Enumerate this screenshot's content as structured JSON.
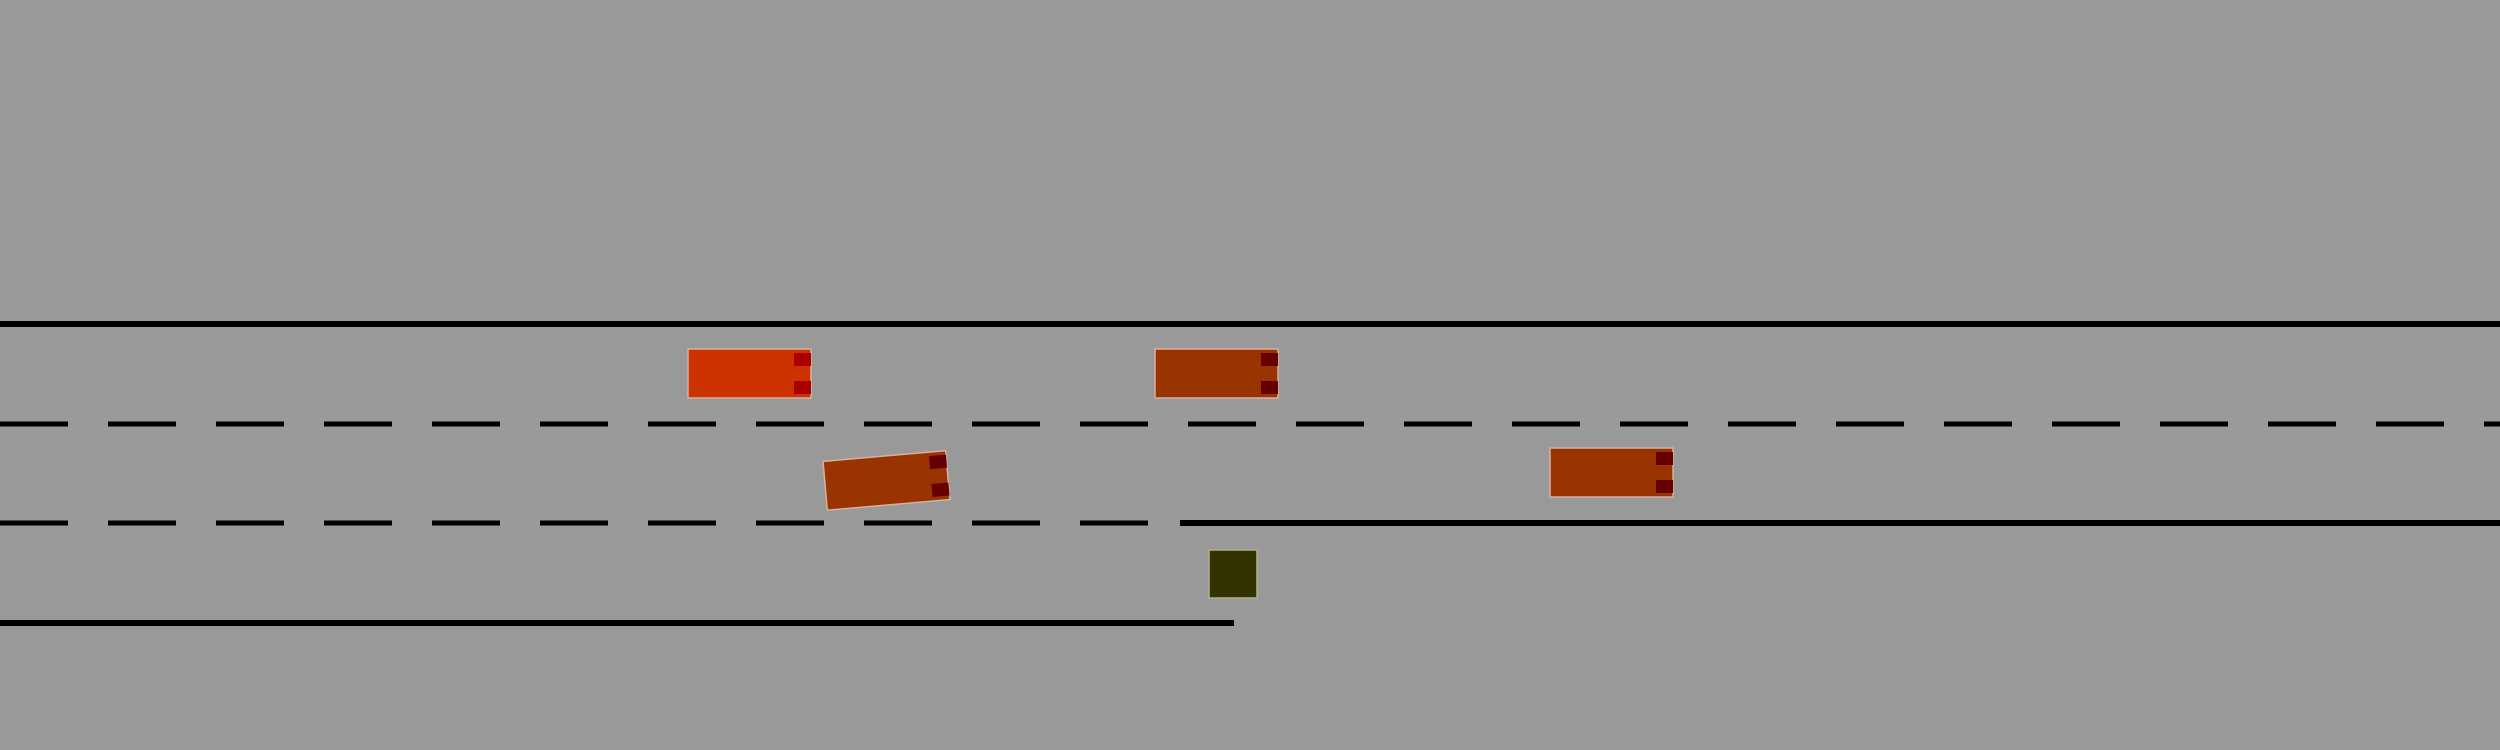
{
  "scene": {
    "background_color": "#999999",
    "lane_line_color": "#000000"
  },
  "vehicles": [
    {
      "id": "ego",
      "role": "controlled-vehicle",
      "color": "#cc3300",
      "light_color": "#aa0000"
    },
    {
      "id": "v1",
      "role": "other-vehicle",
      "color": "#993300",
      "light_color": "#660000"
    },
    {
      "id": "v2",
      "role": "other-vehicle",
      "color": "#993300",
      "light_color": "#660000"
    },
    {
      "id": "v3",
      "role": "other-vehicle",
      "color": "#993300",
      "light_color": "#660000"
    }
  ],
  "obstacle": {
    "color": "#333300"
  }
}
